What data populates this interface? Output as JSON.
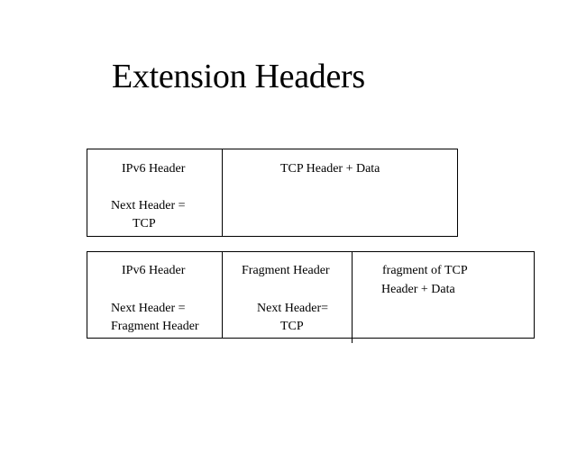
{
  "title": "Extension Headers",
  "diagram1": {
    "cell1": {
      "heading": "IPv6 Header",
      "next_line1": "Next Header =",
      "next_line2": "TCP"
    },
    "cell2": {
      "heading": "TCP Header + Data"
    }
  },
  "diagram2": {
    "cell1": {
      "heading": "IPv6 Header",
      "next_line1": "Next Header =",
      "next_line2": "Fragment Header"
    },
    "cell2": {
      "heading": "Fragment Header",
      "next_line1": "Next Header=",
      "next_line2": "TCP"
    },
    "cell3": {
      "line1": "fragment of TCP",
      "line2": "Header + Data"
    }
  }
}
